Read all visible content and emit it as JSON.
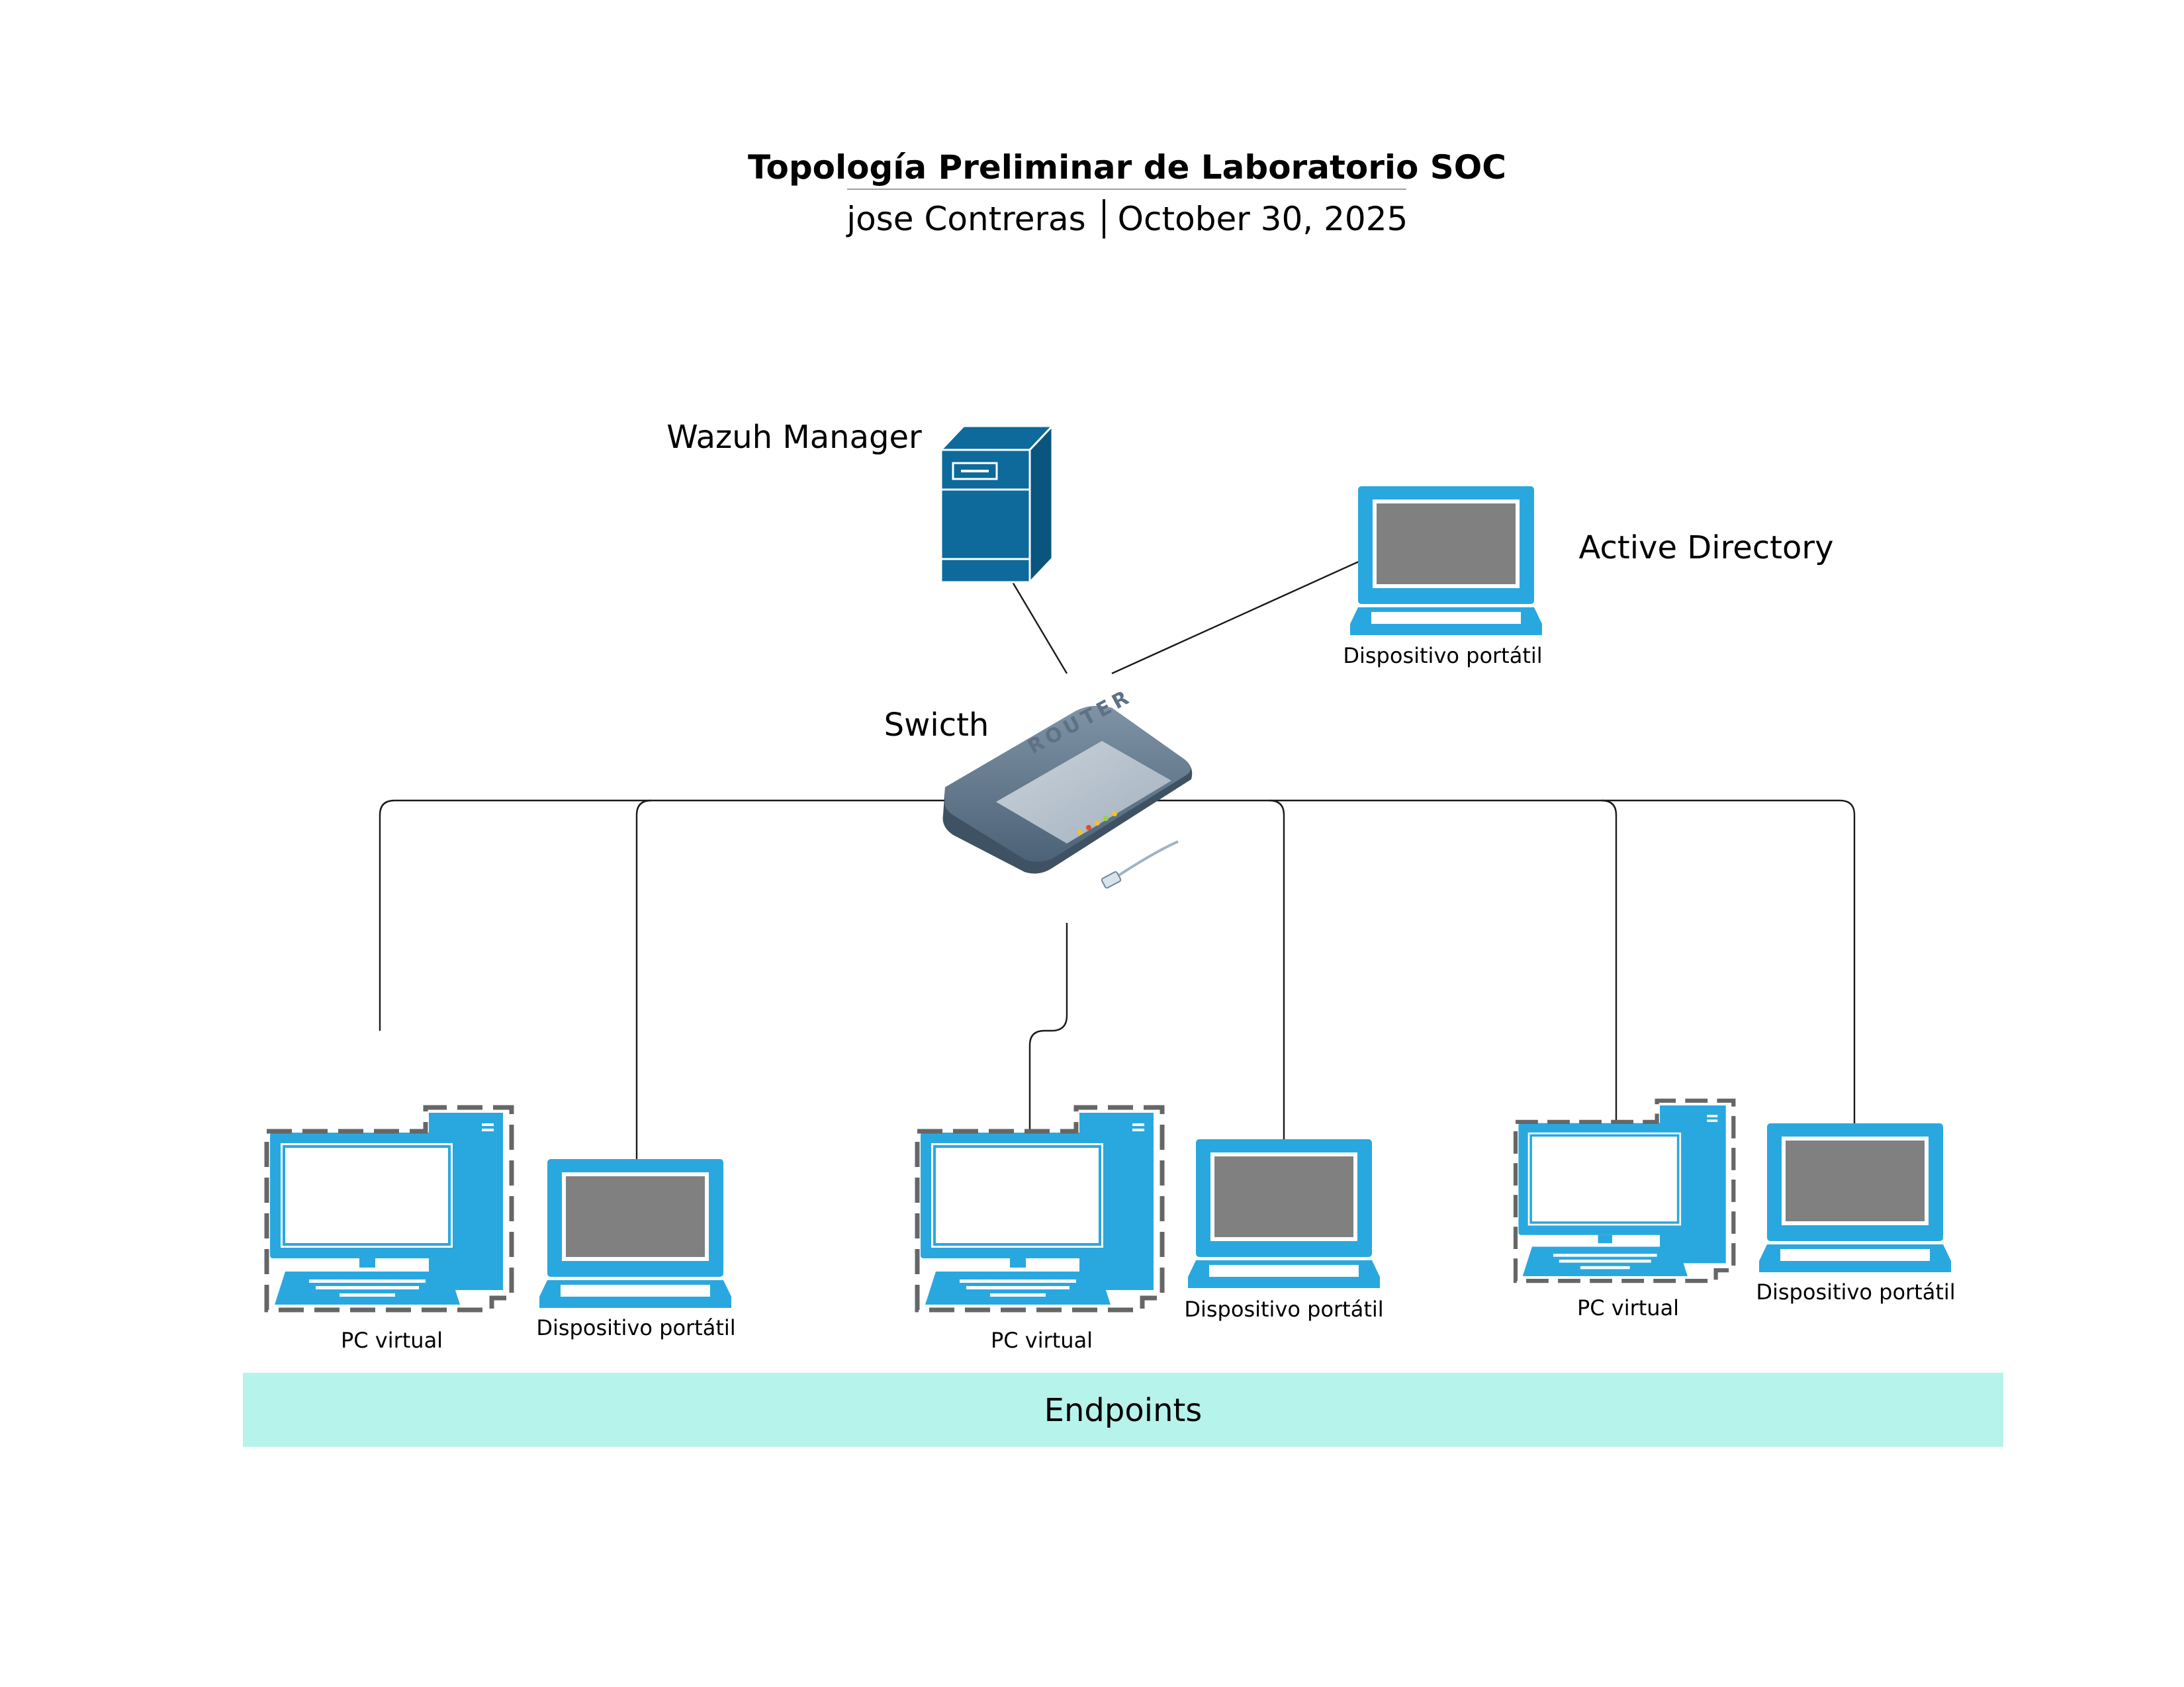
{
  "header": {
    "title": "Topología Preliminar de Laboratorio SOC",
    "author": "jose Contreras",
    "separator": "│",
    "date": "October 30, 2025"
  },
  "nodes": {
    "wazuh_manager": {
      "label": "Wazuh Manager",
      "icon": "server-tower-icon"
    },
    "active_directory": {
      "label": "Active Directory",
      "caption": "Dispositivo portátil",
      "icon": "laptop-icon"
    },
    "switch": {
      "label": "Swicth",
      "icon": "router-icon",
      "device_text": "ROUTER"
    },
    "endpoints": [
      {
        "type": "pc",
        "caption": "PC virtual",
        "icon": "desktop-pc-icon"
      },
      {
        "type": "laptop",
        "caption": "Dispositivo portátil",
        "icon": "laptop-icon"
      },
      {
        "type": "pc",
        "caption": "PC virtual",
        "icon": "desktop-pc-icon"
      },
      {
        "type": "laptop",
        "caption": "Dispositivo portátil",
        "icon": "laptop-icon"
      },
      {
        "type": "pc",
        "caption": "PC virtual",
        "icon": "desktop-pc-icon"
      },
      {
        "type": "laptop",
        "caption": "Dispositivo portátil",
        "icon": "laptop-icon"
      }
    ]
  },
  "band": {
    "label": "Endpoints",
    "color": "#b6f3ea"
  },
  "colors": {
    "device_blue": "#29a8e0",
    "server_blue": "#0d6a9b",
    "screen_gray": "#808080",
    "dash_gray": "#666666"
  }
}
